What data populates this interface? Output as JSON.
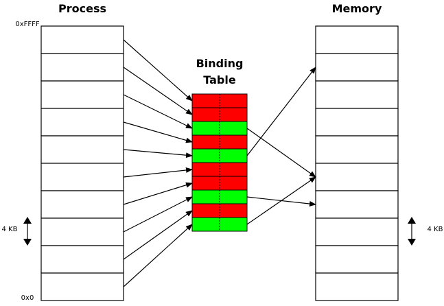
{
  "process": {
    "title": "Process",
    "top_address": "0xFFFF",
    "bottom_address": "0x0",
    "block_size_label": "4 KB",
    "block_count": 10
  },
  "binding_table": {
    "title_line1": "Binding",
    "title_line2": "Table",
    "entries": [
      "invalid",
      "invalid",
      "valid",
      "invalid",
      "valid",
      "invalid",
      "invalid",
      "valid",
      "invalid",
      "valid"
    ]
  },
  "memory": {
    "title": "Memory",
    "block_size_label": "4 KB",
    "block_count": 10
  },
  "colors": {
    "valid": "#00ff00",
    "invalid": "#ff0000",
    "line": "#000000",
    "background": "#ffffff"
  }
}
